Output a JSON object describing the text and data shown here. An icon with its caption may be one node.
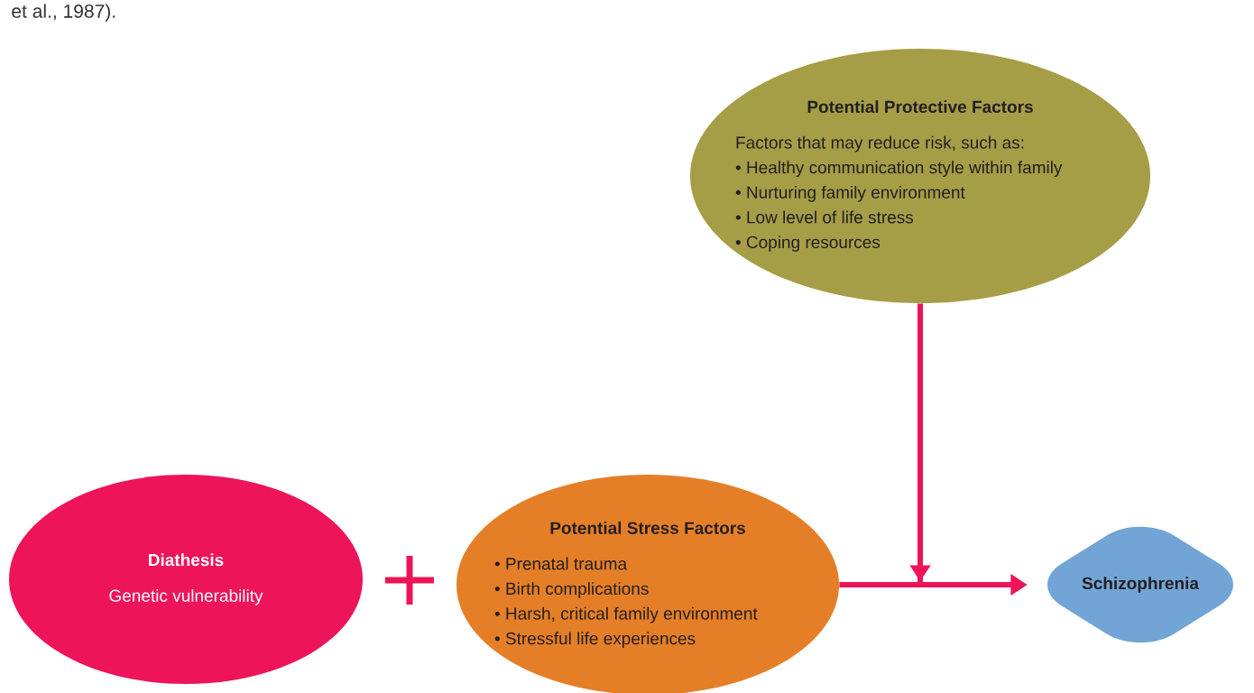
{
  "diagram": {
    "nodes": [
      {
        "text": [
          "Potential Protective Factors",
          "Factors that may reduce risk, such as:",
          "• Healthy communication style within family",
          "• Nurturing family environment",
          "• Low level of life stress",
          "• Coping resources"
        ]
      },
      {
        "text": [
          "Diathesis",
          "Genetic vulnerability"
        ]
      },
      {
        "text": [
          "Potential Stress Factors",
          "• Prenatal trauma",
          "• Birth complications",
          "• Harsh, critical family environment",
          "• Stressful life experiences"
        ]
      },
      {
        "text": [
          "Schizophrenia"
        ]
      }
    ],
    "edges": [
      {
        "from": 0,
        "to": 3,
        "arrow": "to"
      },
      {
        "from": 2,
        "to": 3,
        "arrow": "to"
      }
    ],
    "labels": [
      "et al., 1987)."
    ]
  }
}
